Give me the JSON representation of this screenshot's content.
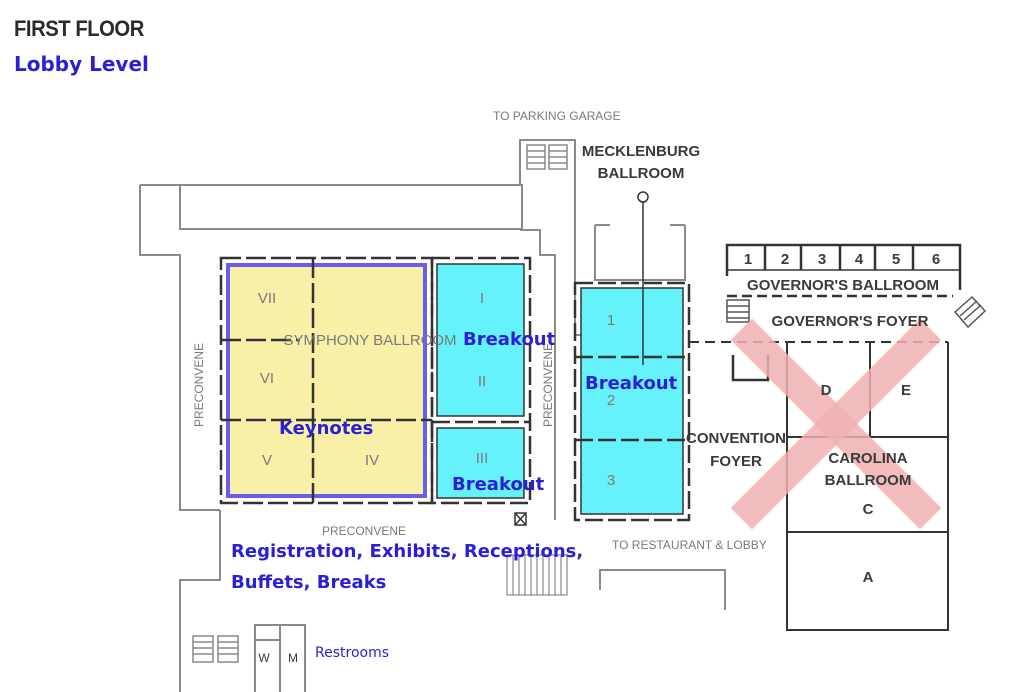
{
  "header": {
    "title": "FIRST FLOOR",
    "subtitle": "Lobby Level"
  },
  "labels": {
    "parking": "TO PARKING GARAGE",
    "mecklenburg_1": "MECKLENBURG",
    "mecklenburg_2": "BALLROOM",
    "symphony": "SYMPHONY BALLROOM",
    "governors_ballroom": "GOVERNOR'S BALLROOM",
    "governors_foyer": "GOVERNOR'S FOYER",
    "convention_1": "CONVENTION",
    "convention_2": "FOYER",
    "carolina_1": "CAROLINA",
    "carolina_2": "BALLROOM",
    "preconvene": "PRECONVENE",
    "to_restaurant": "TO RESTAURANT & LOBBY",
    "restroom_w": "W",
    "restroom_m": "M"
  },
  "symphony_sections": [
    "VII",
    "VI",
    "V",
    "IV"
  ],
  "breakout_rooms": [
    "I",
    "II",
    "III"
  ],
  "mecklenburg_rooms": [
    "1",
    "2",
    "3"
  ],
  "governors_rooms": [
    "1",
    "2",
    "3",
    "4",
    "5",
    "6"
  ],
  "carolina_rooms": [
    "D",
    "E",
    "C",
    "A"
  ],
  "annotations": {
    "breakout_1": "Breakout",
    "breakout_2": "Breakout",
    "breakout_3": "Breakout",
    "keynotes": "Keynotes",
    "registration_1": "Registration, Exhibits, Receptions,",
    "registration_2": "Buffets, Breaks",
    "restrooms": "Restrooms"
  },
  "colors": {
    "keynote_fill": "#f7f0a6",
    "keynote_border": "#6a5ee8",
    "breakout_fill": "#66f2fa",
    "annotation_text": "#2a1fd6",
    "cross": "#f0b0b0"
  }
}
